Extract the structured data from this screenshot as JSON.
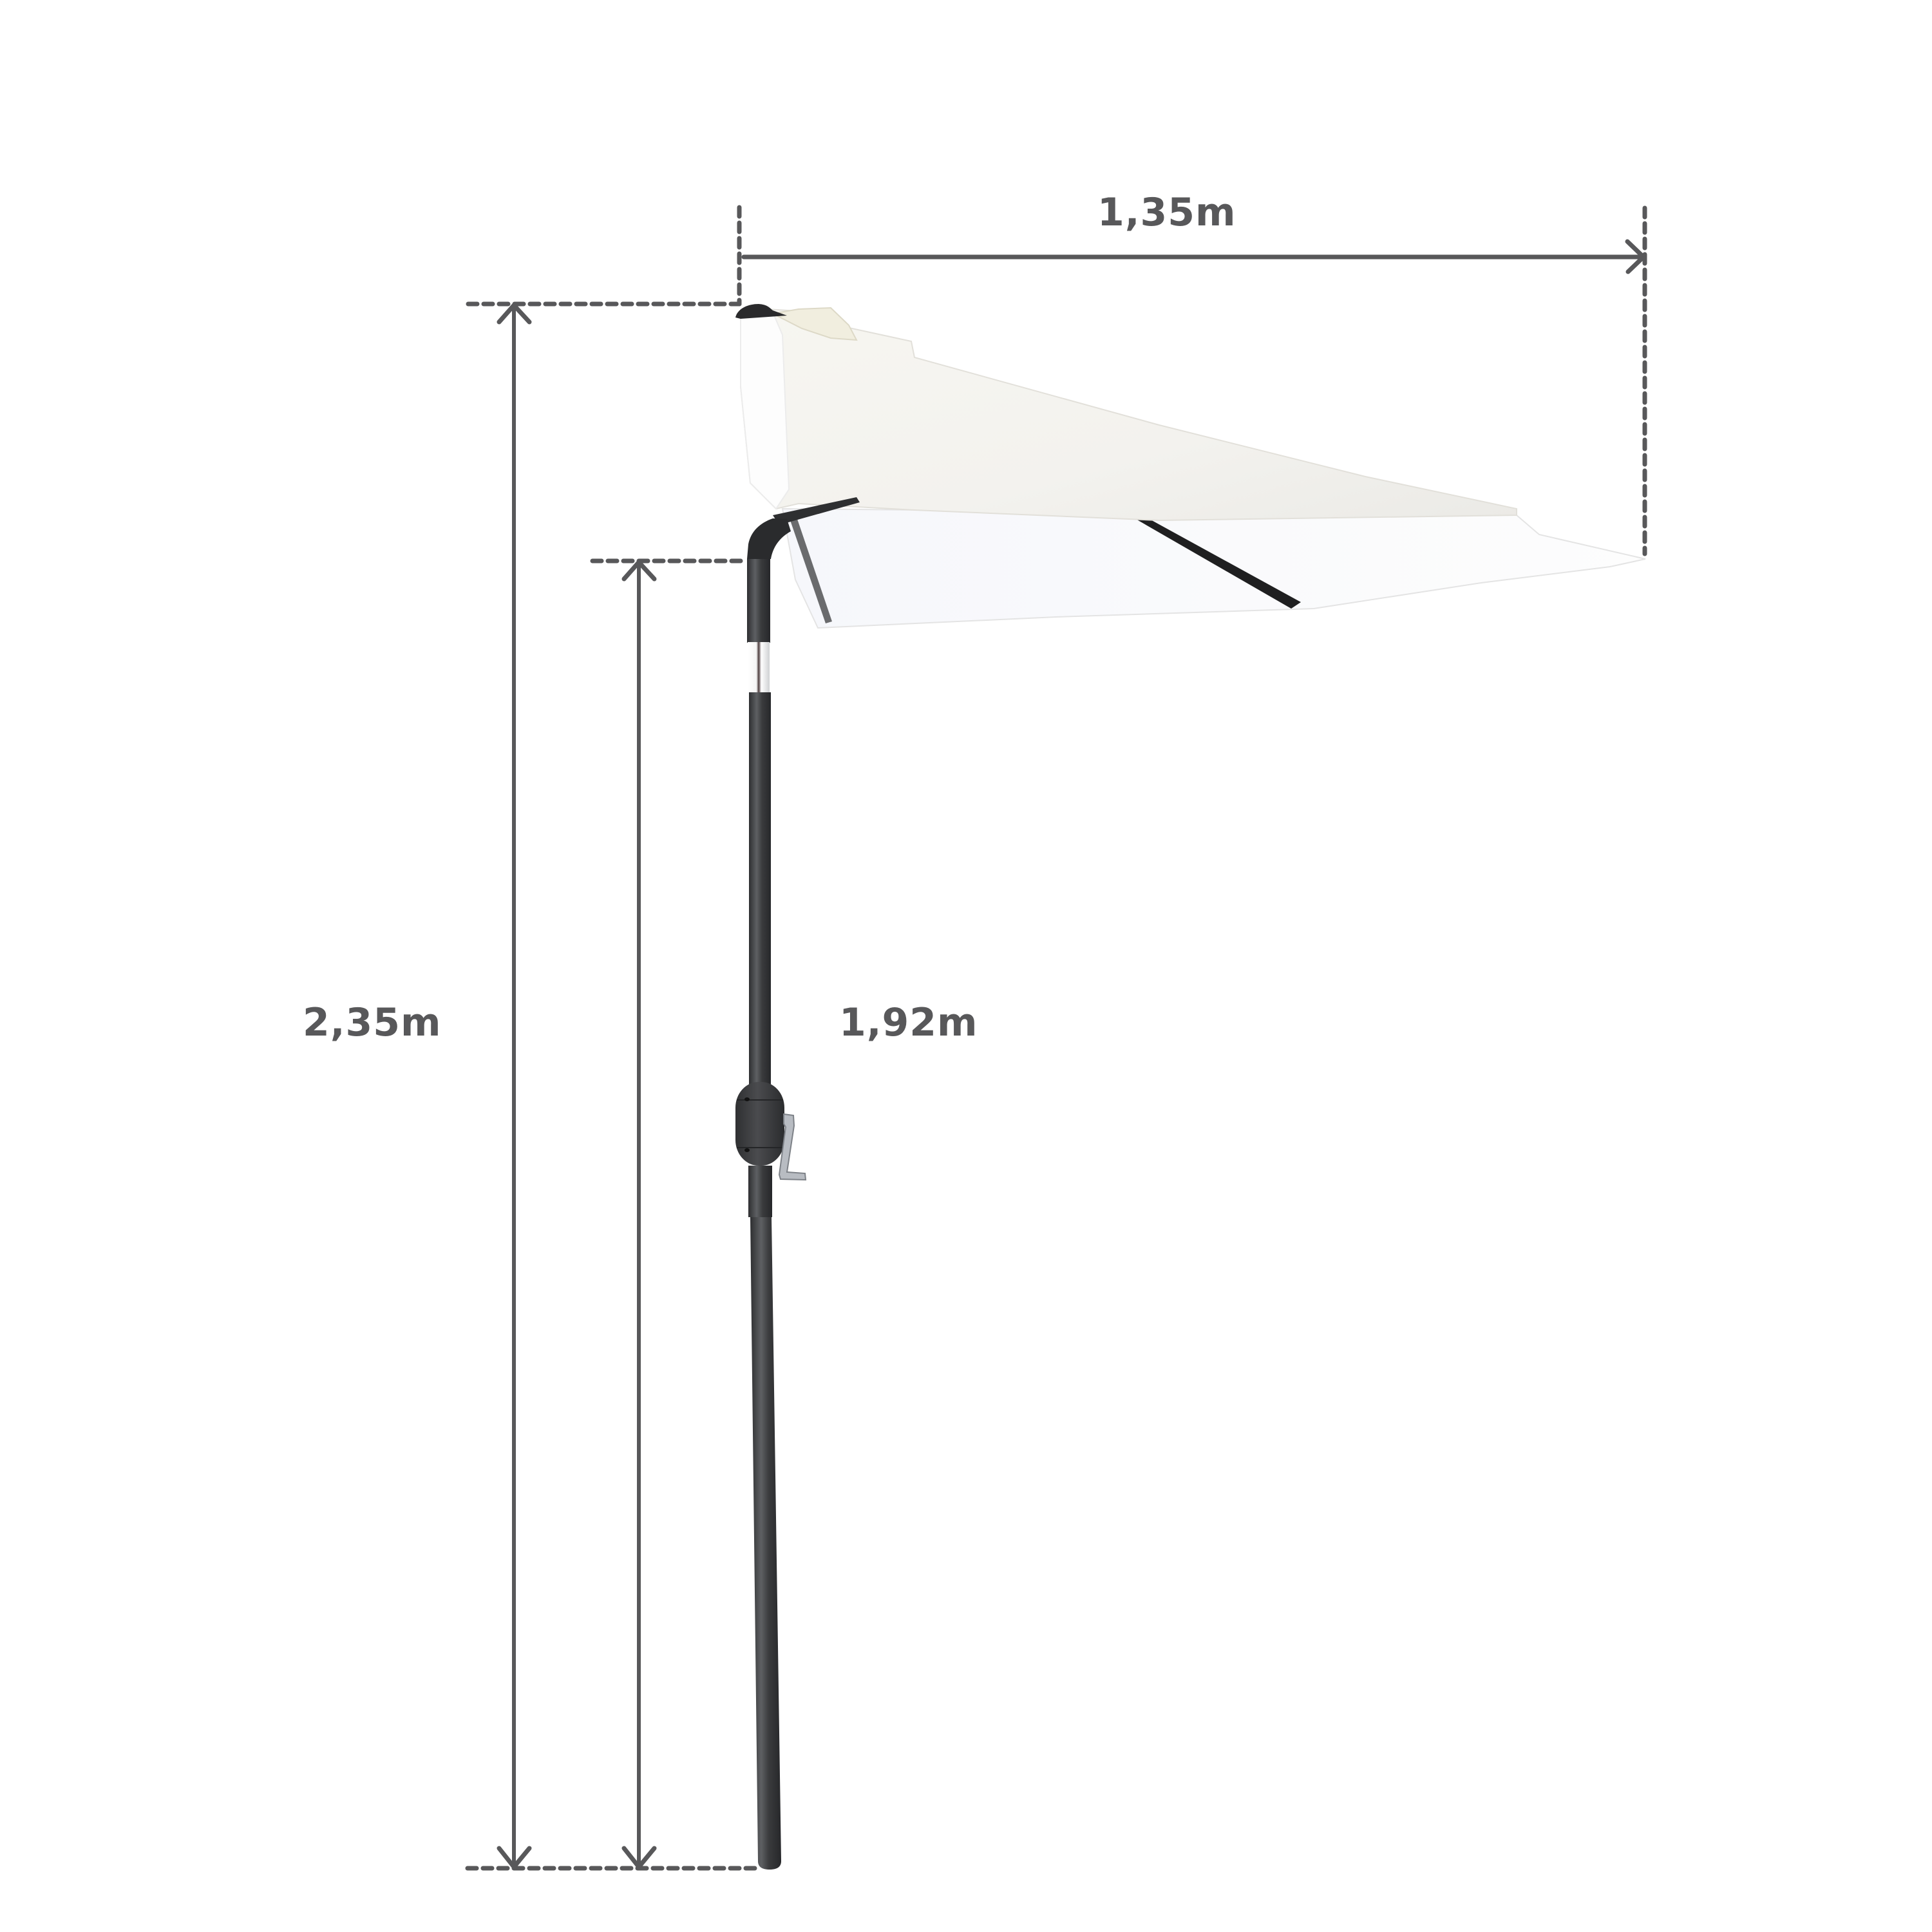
{
  "colors": {
    "background": "#ffffff",
    "annotation": "#58585a",
    "canopy_light": "#fbfbfb",
    "canopy_shade": "#eeede8",
    "canopy_cream": "#f2efe3",
    "pole": "#3a3b3d",
    "pole_highlight": "#5e6063",
    "chrome": "#d8dadc"
  },
  "dimensions": {
    "width": {
      "label": "1,35m",
      "value_m": 1.35
    },
    "total_height": {
      "label": "2,35m",
      "value_m": 2.35
    },
    "clearance_height": {
      "label": "1,92m",
      "value_m": 1.92
    }
  },
  "product": {
    "subject": "half parasol (wall umbrella) with crank",
    "canopy_color": "cream white",
    "pole_color": "anthracite"
  }
}
